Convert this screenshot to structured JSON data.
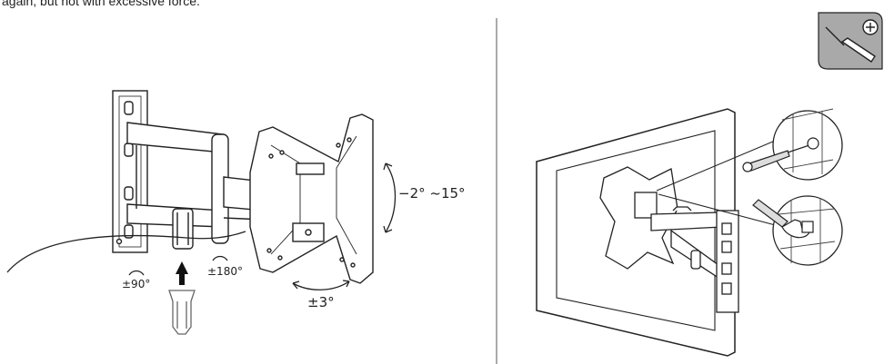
{
  "header": {
    "text": "again, but not with excessive force."
  },
  "left_panel": {
    "labels": {
      "tilt": "−2° ~15°",
      "rotate_plate": "±3°",
      "swivel_arm": "±180°",
      "swivel_wall": "±90°"
    }
  },
  "right_panel": {
    "tool_badge": "screwdriver-icon"
  },
  "colors": {
    "line": "#222222",
    "tool_badge_bg": "#a9a9a9"
  }
}
